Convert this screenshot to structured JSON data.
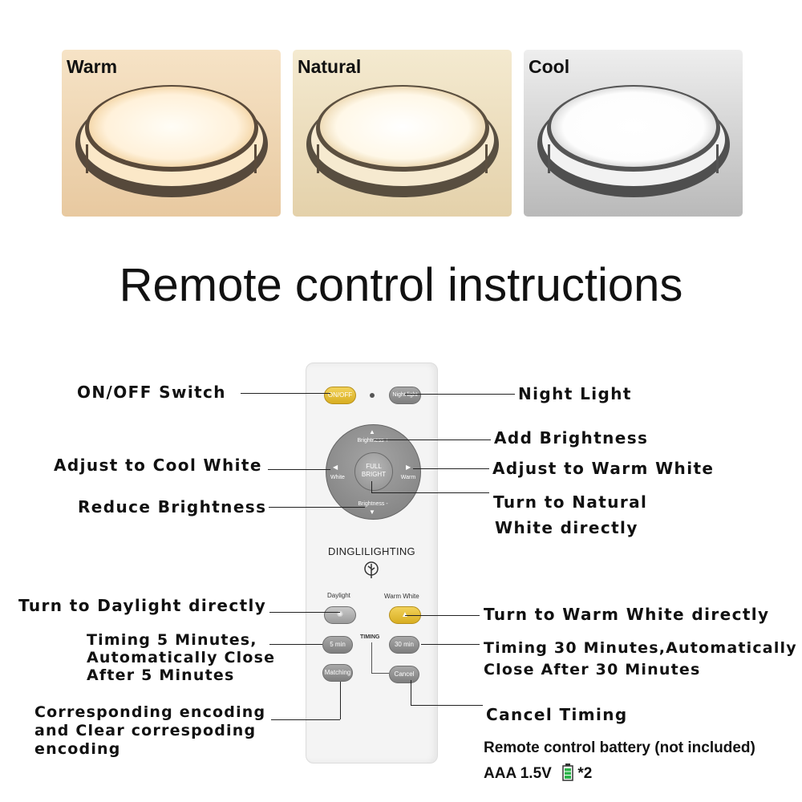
{
  "photos": [
    {
      "caption": "Warm",
      "bg1": "#f6e3c6",
      "bg2": "#e9c99f",
      "glow": "#fff6e6"
    },
    {
      "caption": "Natural",
      "bg1": "#f4ead0",
      "bg2": "#e6d3ac",
      "glow": "#fffbee"
    },
    {
      "caption": "Cool",
      "bg1": "#ececec",
      "bg2": "#bdbdbd",
      "glow": "#ffffff"
    }
  ],
  "title": "Remote control instructions",
  "remote": {
    "on_off": "ON/OFF",
    "night_light": "Night light",
    "brightness_up": "Brightness +",
    "brightness_down": "Brightness -",
    "white": "White",
    "warm": "Warm",
    "full_bright": "FULL BRIGHT",
    "brand": "DINGLILIGHTING",
    "daylight": "Daylight",
    "warm_white": "Warm White",
    "timing": "TIMING",
    "five_min": "5 min",
    "thirty_min": "30 min",
    "matching": "Matching",
    "cancel": "Cancel"
  },
  "labels": {
    "on_off_switch": "ON/OFF Switch",
    "night_light": "Night Light",
    "add_brightness": "Add Brightness",
    "adjust_cool": "Adjust to Cool White",
    "adjust_warm": "Adjust to Warm White",
    "reduce_brightness": "Reduce Brightness",
    "natural_1": "Turn to Natural",
    "natural_2": "White directly",
    "daylight": "Turn to Daylight directly",
    "warm_white": "Turn to Warm White directly",
    "timing5_1": "Timing 5 Minutes,",
    "timing5_2": "Automatically Close",
    "timing5_3": "After 5 Minutes",
    "timing30_1": "Timing 30 Minutes,Automatically",
    "timing30_2": "Close After 30 Minutes",
    "encoding_1": "Corresponding encoding",
    "encoding_2": "and Clear correspoding",
    "encoding_3": "encoding",
    "cancel_timing": "Cancel Timing",
    "battery_note": "Remote control battery (not included)",
    "battery_type": "AAA 1.5V",
    "battery_count": "*2"
  },
  "colors": {
    "yellow": "#e2b92c",
    "gray": "#8a8a8a",
    "battery_green": "#2bb34a"
  }
}
